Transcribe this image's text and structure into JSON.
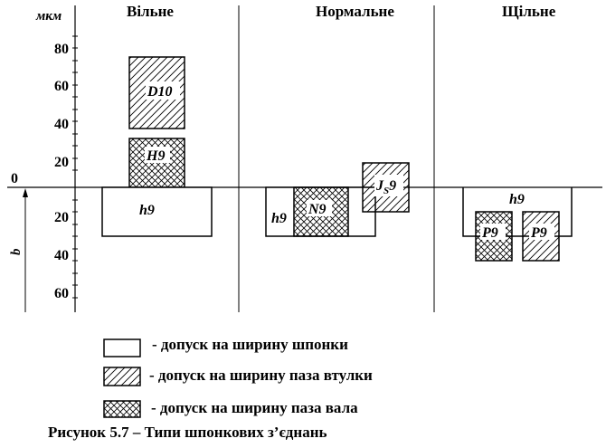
{
  "unit_label": "мкм",
  "zero_label": "0",
  "axis_var_label": "b",
  "y_axis": {
    "ticks_above": [
      "80",
      "60",
      "40",
      "20"
    ],
    "ticks_below": [
      "20",
      "40",
      "60"
    ]
  },
  "columns": {
    "free": "Вільне",
    "normal": "Нормальне",
    "tight": "Щільне"
  },
  "fields": {
    "d10": "D10",
    "h9_upper": "H9",
    "h9_shaft": "h9",
    "h9_normal": "h9",
    "n9": "N9",
    "js9_main": "J",
    "js9_sub": "S",
    "js9_num": "9",
    "h9_tight": "h9",
    "p9_left": "P9",
    "p9_right": "P9"
  },
  "legend": [
    {
      "pattern": "white",
      "text": "- допуск на ширину шпонки"
    },
    {
      "pattern": "hatch",
      "text": "- допуск на ширину паза втулки"
    },
    {
      "pattern": "crosshatch",
      "text": "- допуск на ширину паза вала"
    }
  ],
  "caption": "Рисунок 5.7 – Типи шпонкових з’єднань"
}
